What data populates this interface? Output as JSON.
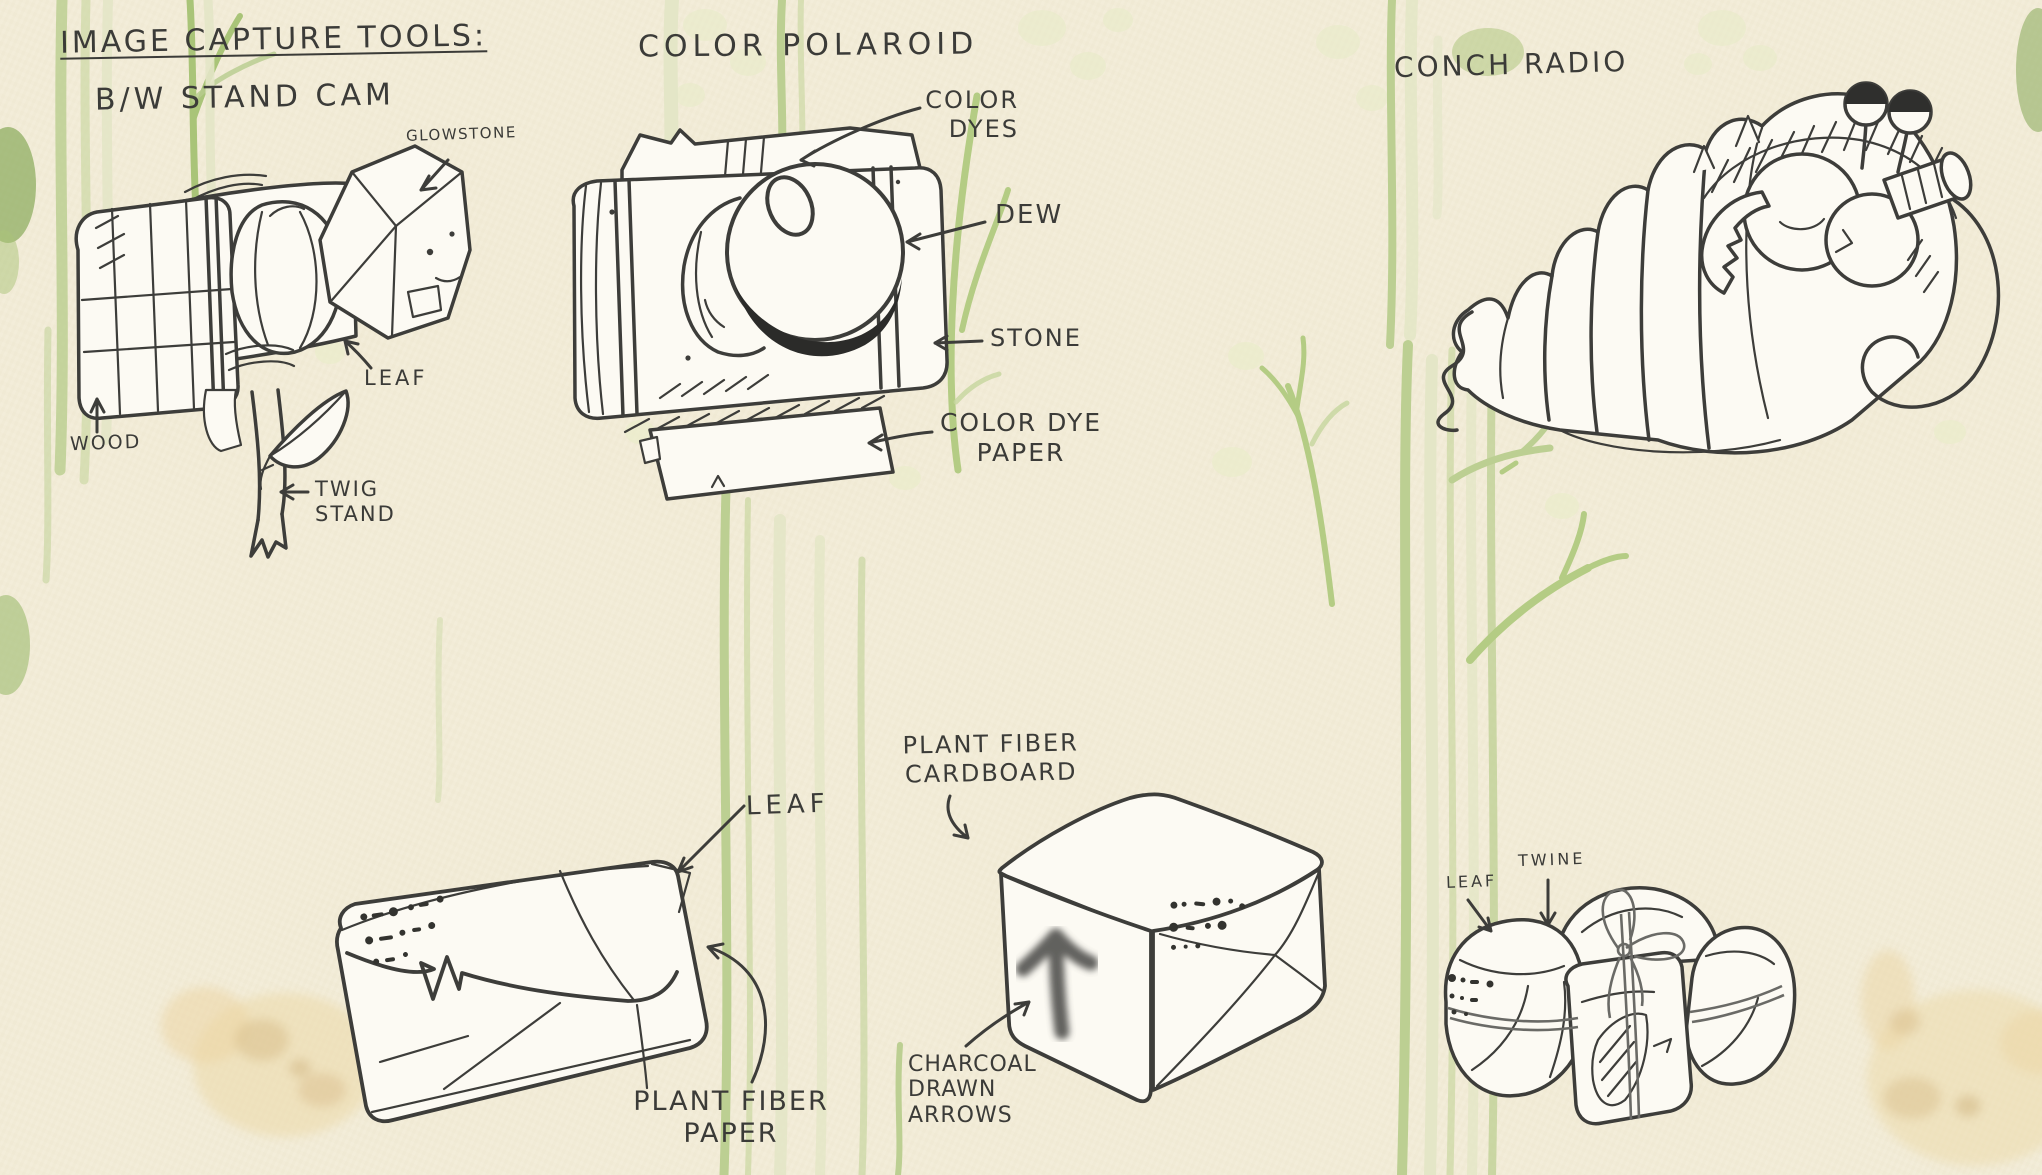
{
  "canvas": {
    "background": "#f3edd8",
    "ink": "#3b3b38",
    "stalk_green": "#bccf92",
    "stalk_pale": "#e3e6c6",
    "leaf_dot": "#e9ecca",
    "crab_tan": "#eddaab",
    "crab_mark": "#d9bf8d",
    "charcoal": "#474745"
  },
  "stand_cam": {
    "heading": "IMAGE CAPTURE TOOLS:",
    "subheading": "B/W STAND CAM",
    "glowstone_label": "GLOWSTONE",
    "leaf_label": "LEAF",
    "wood_label": "WOOD",
    "twig_stand_label": "TWIG\nSTAND"
  },
  "polaroid": {
    "heading": "COLOR POLAROID",
    "color_dyes_label": "COLOR\nDYES",
    "dew_label": "DEW",
    "stone_label": "STONE",
    "dye_paper_label": "COLOR DYE\nPAPER"
  },
  "conch_radio": {
    "heading": "CONCH RADIO"
  },
  "leaf_envelope": {
    "leaf_label": "LEAF",
    "paper_label": "PLANT FIBER\nPAPER"
  },
  "cardboard_box": {
    "cardboard_label": "PLANT FIBER\nCARDBOARD",
    "charcoal_label": "CHARCOAL\nDRAWN\nARROWS"
  },
  "twine_bundle": {
    "leaf_label": "LEAF",
    "twine_label": "TWINE"
  }
}
